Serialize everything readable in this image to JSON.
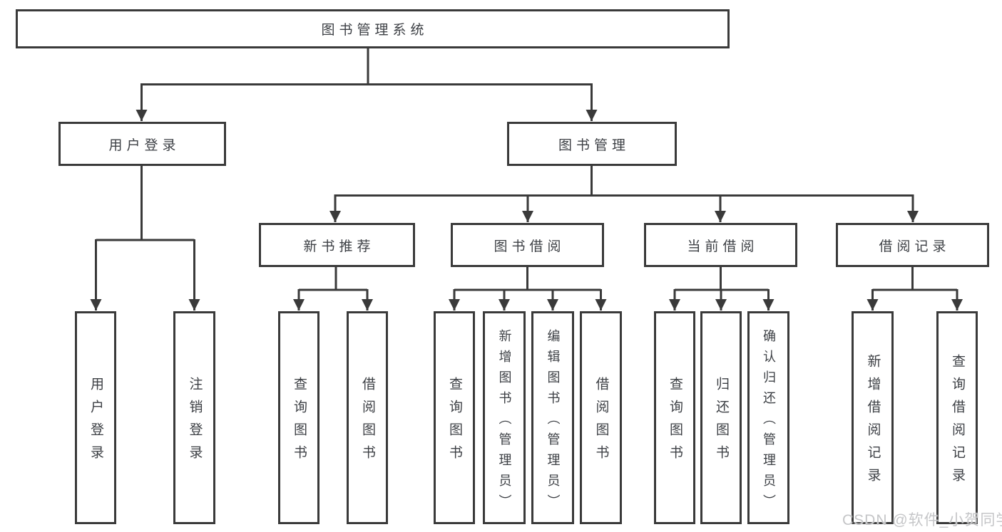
{
  "diagram": {
    "type": "tree",
    "root": {
      "label": "图书管理系统"
    },
    "level2": [
      {
        "label": "用户登录",
        "children": [
          {
            "label": "用户登录"
          },
          {
            "label": "注销登录"
          }
        ]
      },
      {
        "label": "图书管理",
        "children": [
          {
            "label": "新书推荐",
            "children": [
              {
                "label": "查询图书"
              },
              {
                "label": "借阅图书"
              }
            ]
          },
          {
            "label": "图书借阅",
            "children": [
              {
                "label": "查询图书"
              },
              {
                "label": "新增图书（管理员）"
              },
              {
                "label": "编辑图书（管理员）"
              },
              {
                "label": "借阅图书"
              }
            ]
          },
          {
            "label": "当前借阅",
            "children": [
              {
                "label": "查询图书"
              },
              {
                "label": "归还图书"
              },
              {
                "label": "确认归还（管理员）"
              }
            ]
          },
          {
            "label": "借阅记录",
            "children": [
              {
                "label": "新增借阅记录"
              },
              {
                "label": "查询借阅记录"
              }
            ]
          }
        ]
      }
    ]
  },
  "watermark": {
    "text": "CSDN @软件_小贺同学"
  },
  "colors": {
    "line": "#3a3a3a",
    "text": "#3d4045",
    "box_fill": "#ffffff",
    "background": "#ffffff",
    "watermark": "#c5c6c8"
  }
}
